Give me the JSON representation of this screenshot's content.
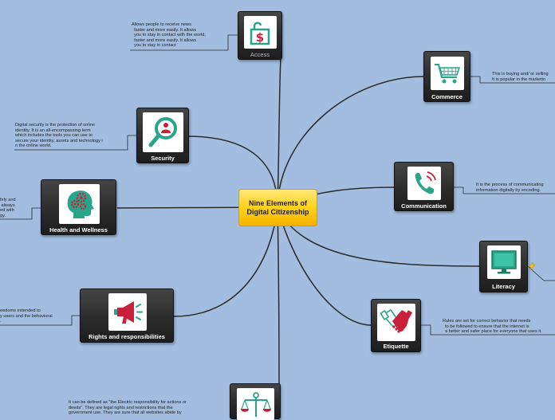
{
  "central": {
    "title": "Nine Elements of Digital Citizenship"
  },
  "topics": {
    "access": {
      "label": "Access",
      "icon": "dollar-lock-icon",
      "note": "Allows people to receive news\n  faster and more easily. It allows\n  you to stay in contact with the world,\n  faster and more easily. It allows\n  you to stay in contact"
    },
    "commerce": {
      "label": "Commerce",
      "icon": "shopping-cart-icon",
      "note": "This is buying and/ or selling\nIt is popular in the marketin"
    },
    "security": {
      "label": "Security",
      "icon": "magnifier-person-icon",
      "note": "Digital security is the protection of online\nidentity. It is an all-encompassing term\nwhich includes the tools you can use to\nsecure your identity, assets and technology i\nn the online world."
    },
    "health": {
      "label": "Health and Wellness",
      "icon": "head-gears-icon",
      "note": "fely and\n always\ned with\ngy."
    },
    "communication": {
      "label": "Communication",
      "icon": "phone-icon",
      "note": "It is the process of communicating\ninformation digitally by encoding."
    },
    "literacy": {
      "label": "Literacy",
      "icon": "monitor-icon",
      "note": ""
    },
    "rights": {
      "label": "Rights and responsibilities",
      "icon": "megaphone-icon",
      "note": "eedoms extended to\ny users and the behavioral\n."
    },
    "etiquette": {
      "label": "Etiquette",
      "icon": "handshake-icon",
      "note": "Rules are set for correct behavior that needs\n  to be followed to ensure that the internet is\n  a better and safer place for everyone that uses it."
    },
    "law": {
      "label": "",
      "icon": "scales-icon",
      "note": "It can be defined as \"the Electric responsibility for actions or\ndeeds\". They are legal rights and restrictions that the\ngovernment use. They are sure that all websites abide by"
    }
  },
  "colors": {
    "background": "#a2bde0",
    "icon_teal": "#2aa58a",
    "icon_red": "#c8203a",
    "central_yellow": "#ffd21a",
    "card_dark": "#2c2c2c"
  }
}
